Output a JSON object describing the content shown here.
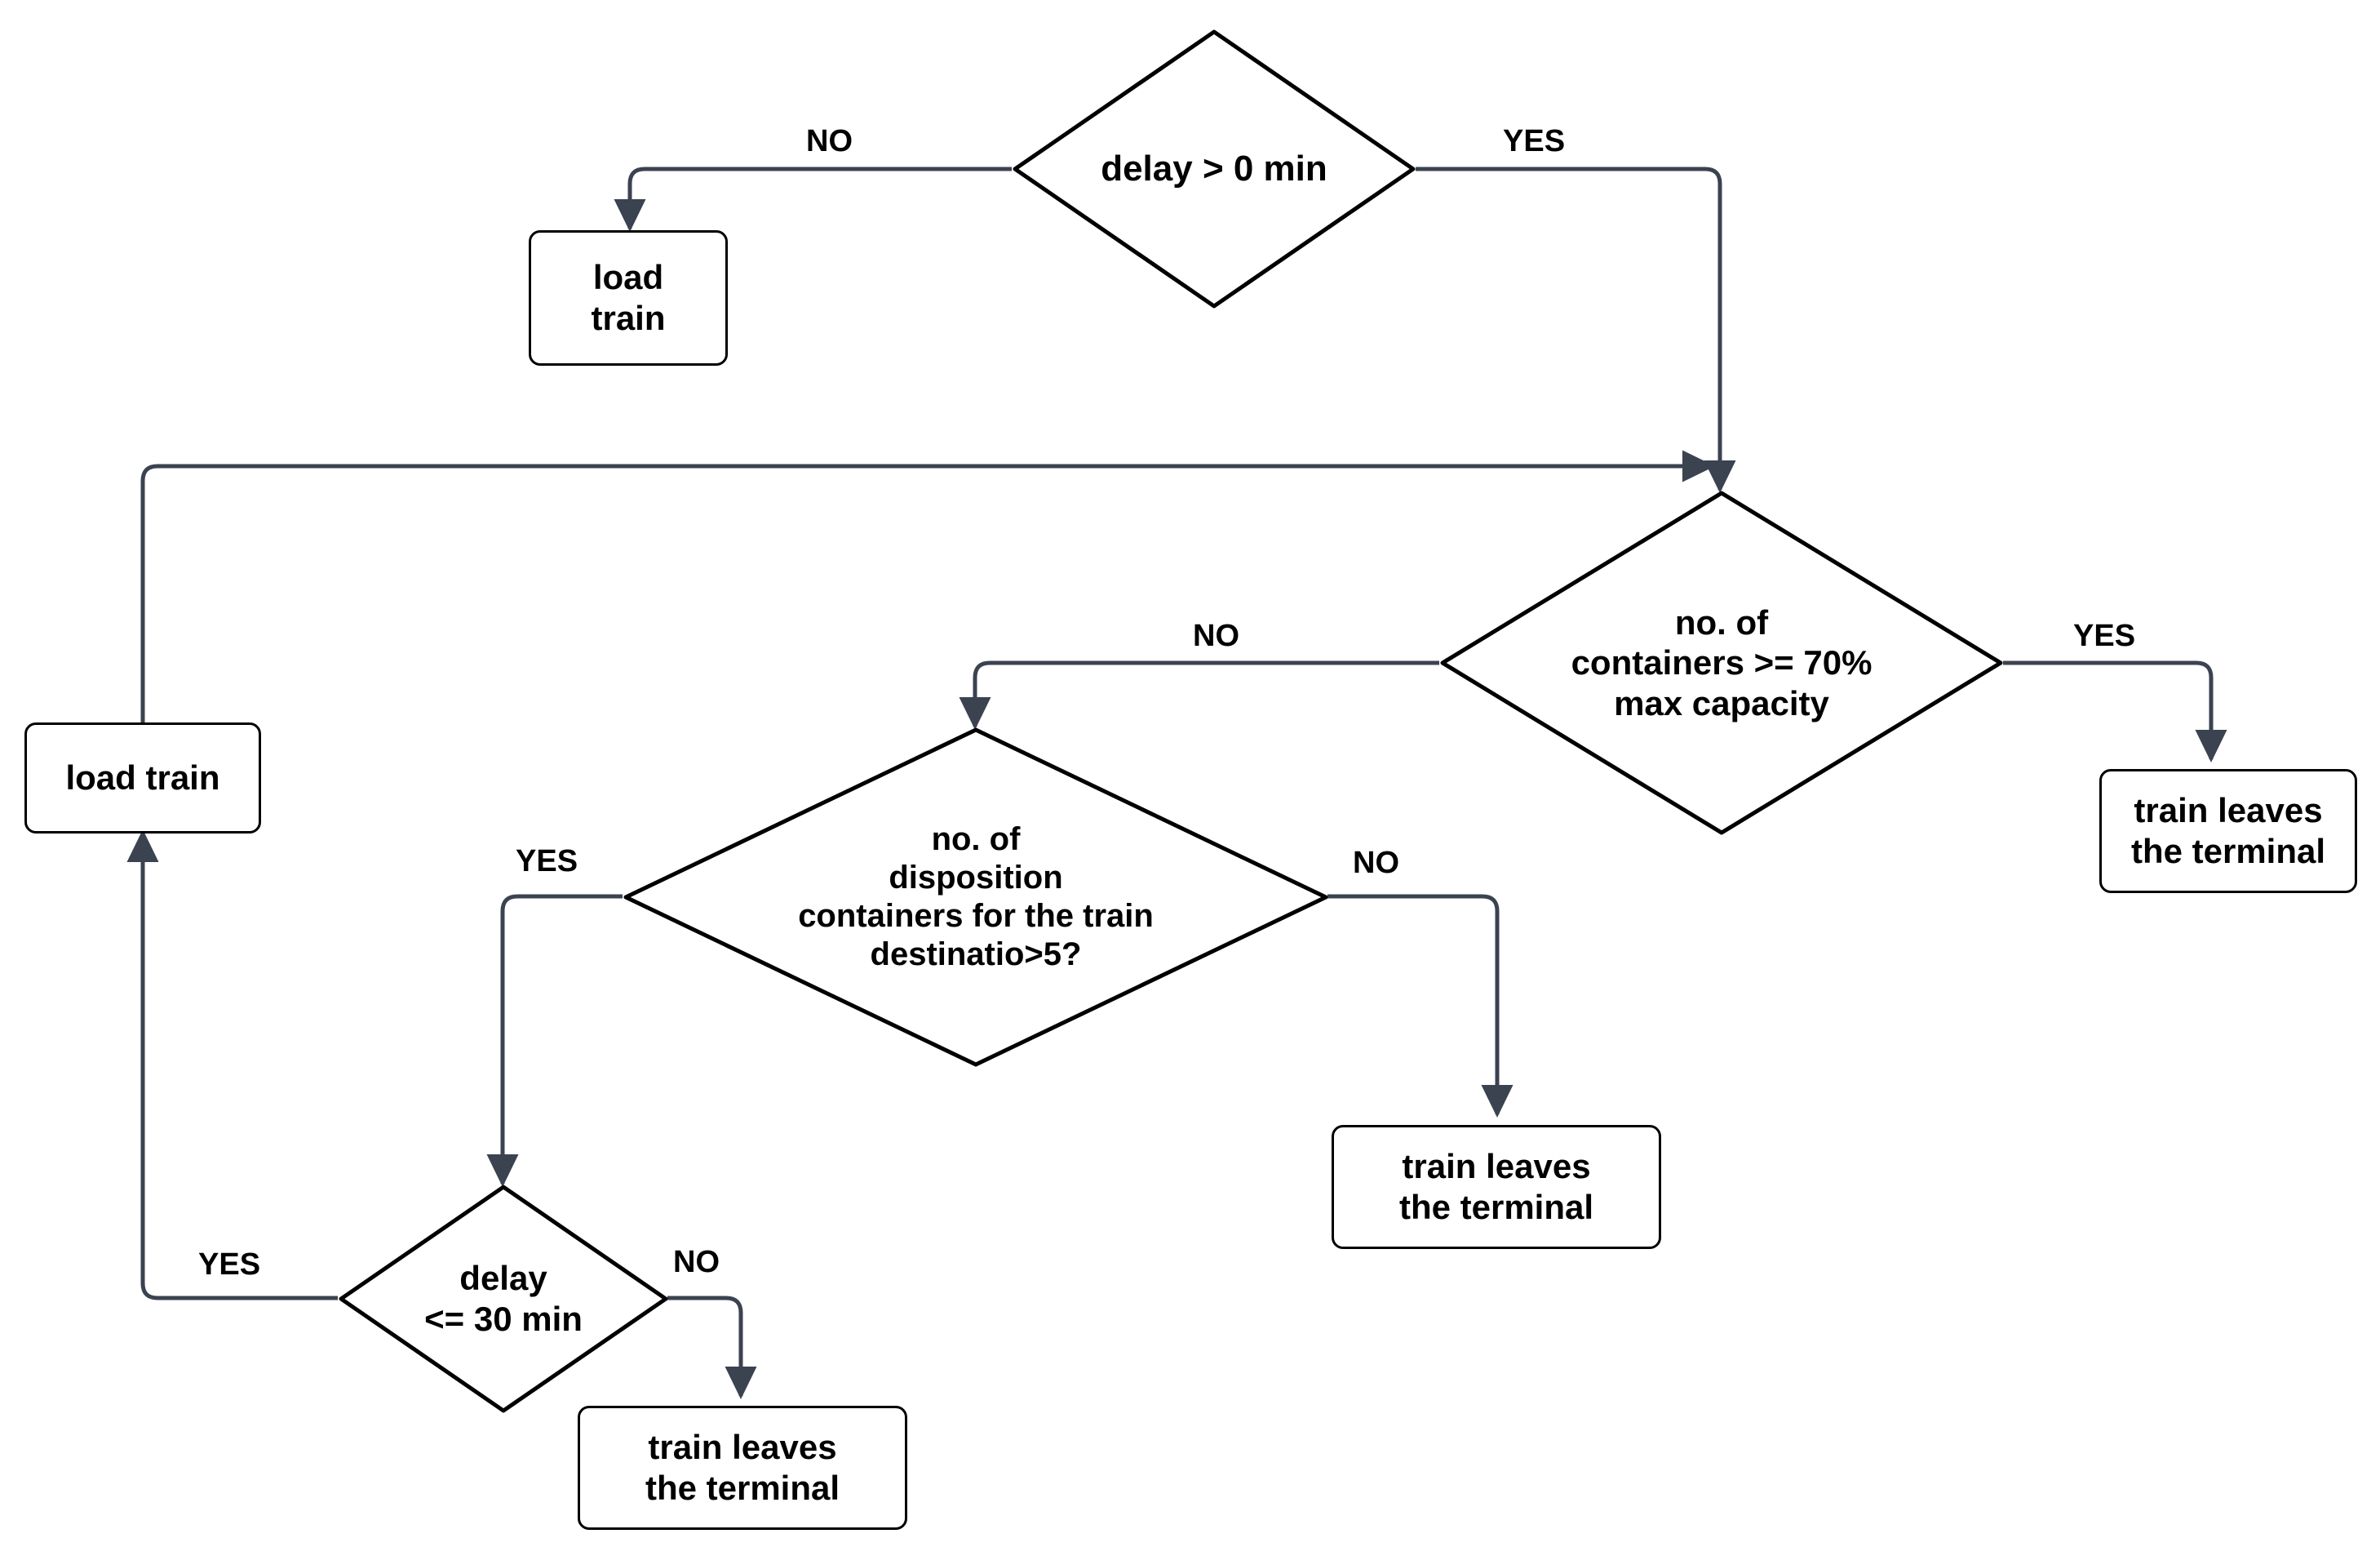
{
  "diagram": {
    "type": "flowchart",
    "title": "",
    "colors": {
      "shape_stroke": "#000000",
      "edge_stroke": "#3b4250",
      "background": "#ffffff",
      "text": "#000000"
    },
    "nodes": [
      {
        "id": "decision_delay_gt_0",
        "shape": "diamond",
        "text": "delay > 0 min",
        "font_size": 44
      },
      {
        "id": "process_load_train_top",
        "shape": "rounded-rect",
        "text": "load\ntrain",
        "font_size": 42
      },
      {
        "id": "decision_containers_70",
        "shape": "diamond",
        "text": "no. of\ncontainers >= 70%\nmax capacity",
        "font_size": 42
      },
      {
        "id": "process_load_train_left",
        "shape": "rounded-rect",
        "text": "load train",
        "font_size": 42
      },
      {
        "id": "terminal_train_leaves_right",
        "shape": "rounded-rect",
        "text": "train leaves\nthe terminal",
        "font_size": 42
      },
      {
        "id": "decision_disposition_gt_5",
        "shape": "diamond",
        "text": "no. of\ndisposition\ncontainers for the train\ndestinatio>5?",
        "font_size": 40
      },
      {
        "id": "terminal_train_leaves_middle",
        "shape": "rounded-rect",
        "text": "train leaves\nthe terminal",
        "font_size": 42
      },
      {
        "id": "decision_delay_lte_30",
        "shape": "diamond",
        "text": "delay\n<= 30 min",
        "font_size": 42
      },
      {
        "id": "terminal_train_leaves_bottom",
        "shape": "rounded-rect",
        "text": "train leaves\nthe terminal",
        "font_size": 42
      }
    ],
    "edge_labels": {
      "delay_gt_0_no": "NO",
      "delay_gt_0_yes": "YES",
      "containers_70_no": "NO",
      "containers_70_yes": "YES",
      "disposition_yes": "YES",
      "disposition_no": "NO",
      "delay_lte_30_yes": "YES",
      "delay_lte_30_no": "NO"
    },
    "edges": [
      {
        "from": "decision_delay_gt_0",
        "to": "process_load_train_top",
        "label": "NO"
      },
      {
        "from": "decision_delay_gt_0",
        "to": "decision_containers_70",
        "label": "YES"
      },
      {
        "from": "process_load_train_left",
        "to": "decision_containers_70",
        "label": ""
      },
      {
        "from": "decision_containers_70",
        "to": "decision_disposition_gt_5",
        "label": "NO"
      },
      {
        "from": "decision_containers_70",
        "to": "terminal_train_leaves_right",
        "label": "YES"
      },
      {
        "from": "decision_disposition_gt_5",
        "to": "decision_delay_lte_30",
        "label": "YES"
      },
      {
        "from": "decision_disposition_gt_5",
        "to": "terminal_train_leaves_middle",
        "label": "NO"
      },
      {
        "from": "decision_delay_lte_30",
        "to": "process_load_train_left",
        "label": "YES"
      },
      {
        "from": "decision_delay_lte_30",
        "to": "terminal_train_leaves_bottom",
        "label": "NO"
      }
    ]
  }
}
